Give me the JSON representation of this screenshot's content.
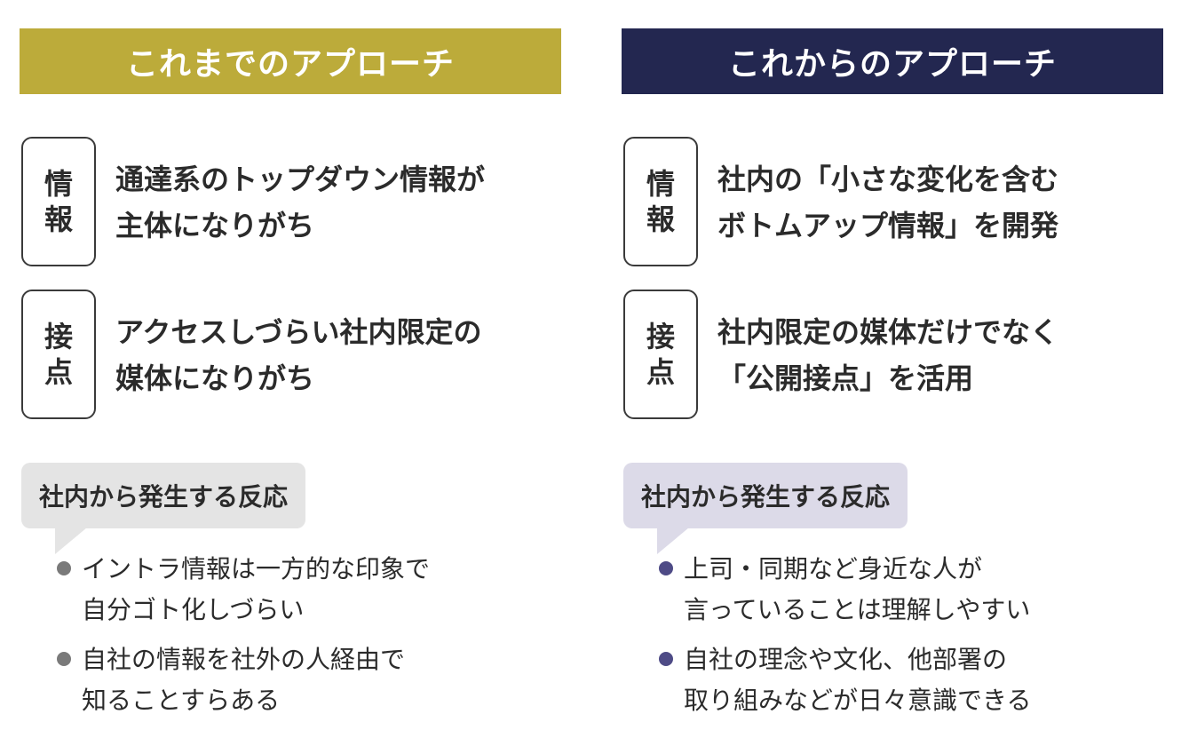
{
  "colors": {
    "left_header_bg": "#bcab3a",
    "right_header_bg": "#232750",
    "left_bubble_bg": "#e4e4e4",
    "right_bubble_bg": "#dcdae8",
    "left_bullet": "#7a7a7a",
    "right_bullet": "#4e4b86",
    "text": "#2b2b2b"
  },
  "left": {
    "title": "これまでのアプローチ",
    "rows": [
      {
        "tag": [
          "情",
          "報"
        ],
        "lines": [
          "通達系のトップダウン情報が",
          "主体になりがち"
        ]
      },
      {
        "tag": [
          "接",
          "点"
        ],
        "lines": [
          "アクセスしづらい社内限定の",
          "媒体になりがち"
        ]
      }
    ],
    "reaction_title": "社内から発生する反応",
    "points": [
      {
        "lines": [
          "イントラ情報は一方的な印象で",
          "自分ゴト化しづらい"
        ]
      },
      {
        "lines": [
          "自社の情報を社外の人経由で",
          "知ることすらある"
        ]
      }
    ]
  },
  "right": {
    "title": "これからのアプローチ",
    "rows": [
      {
        "tag": [
          "情",
          "報"
        ],
        "lines": [
          "社内の「小さな変化を含む",
          "ボトムアップ情報」を開発"
        ]
      },
      {
        "tag": [
          "接",
          "点"
        ],
        "lines": [
          "社内限定の媒体だけでなく",
          "「公開接点」を活用"
        ]
      }
    ],
    "reaction_title": "社内から発生する反応",
    "points": [
      {
        "lines": [
          "上司・同期など身近な人が",
          "言っていることは理解しやすい"
        ]
      },
      {
        "lines": [
          "自社の理念や文化、他部署の",
          "取り組みなどが日々意識できる"
        ]
      }
    ]
  }
}
